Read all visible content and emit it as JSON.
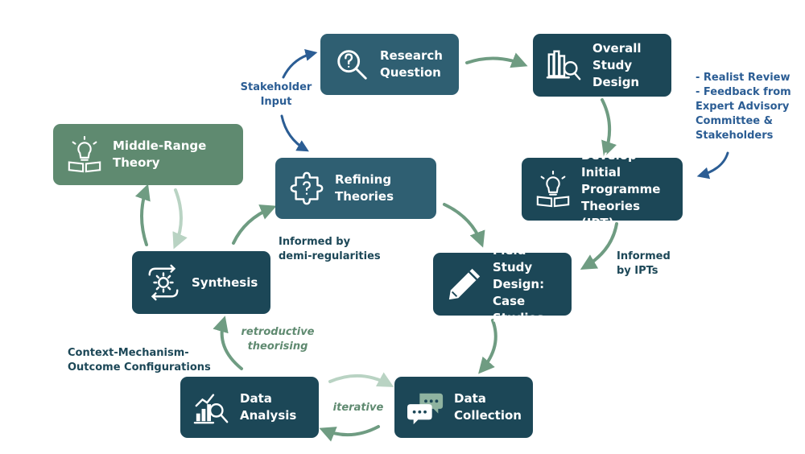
{
  "nodes": {
    "research_question": "Research\nQuestion",
    "overall_design": "Overall\nStudy\nDesign",
    "develop_ipt": "Develop Initial\nProgramme\nTheories (IPT)",
    "refining_theories": "Refining\nTheories",
    "middle_range": "Middle-Range\nTheory",
    "synthesis": "Synthesis",
    "field_study": "Field Study\nDesign: Case\nStudies",
    "data_analysis": "Data\nAnalysis",
    "data_collection": "Data\nCollection"
  },
  "notes": {
    "stakeholder_input": "Stakeholder\nInput",
    "realist_review": "- Realist Review\n- Feedback from\nExpert Advisory\nCommittee &\nStakeholders",
    "informed_demi": "Informed by\ndemi-regularities",
    "informed_ipts": "Informed\nby IPTs",
    "retroductive": "retroductive\ntheorising",
    "cmo": "Context-Mechanism-\nOutcome Configurations",
    "iterative": "iterative"
  },
  "colors": {
    "node_dark": "#1c4757",
    "node_mid": "#2f5f72",
    "node_green": "#5f8a70",
    "arrow_green": "#6f9c82",
    "arrow_light": "#b9d3c3",
    "arrow_blue": "#2b5d94",
    "note_blue": "#2b5d94"
  },
  "icons": {
    "research_question": "magnifier-question-icon",
    "overall_design": "books-magnifier-icon",
    "develop_ipt": "bulb-book-icon",
    "refining_theories": "puzzle-question-icon",
    "middle_range": "bulb-book-icon",
    "synthesis": "gear-cycle-icon",
    "field_study": "pencil-icon",
    "data_analysis": "chart-magnifier-icon",
    "data_collection": "chat-bubbles-icon"
  }
}
